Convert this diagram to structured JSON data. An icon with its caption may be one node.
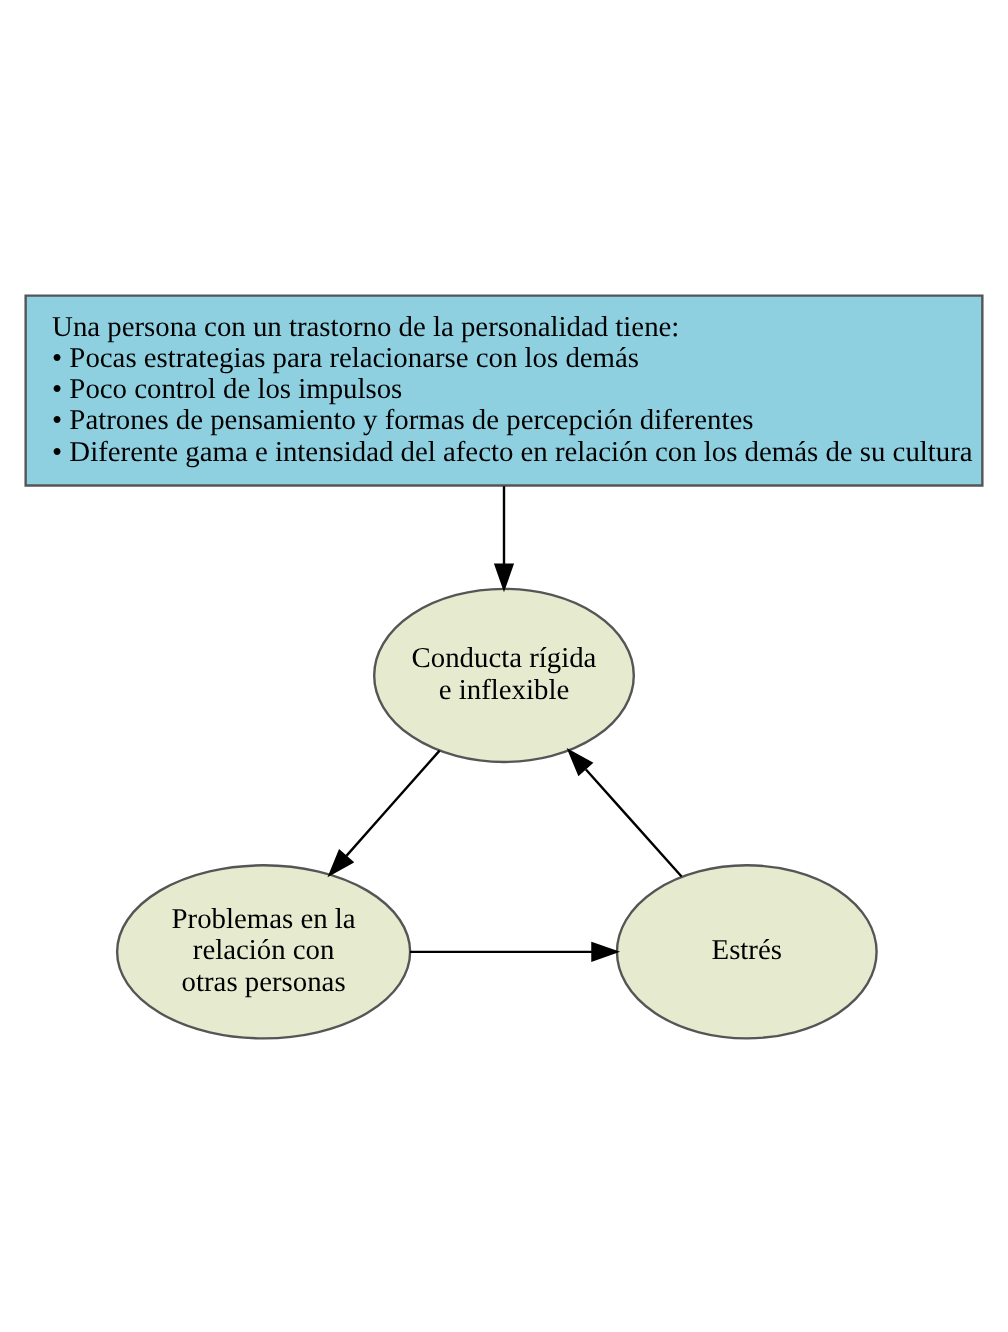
{
  "diagram": {
    "nodes": [
      {
        "text": [
          "Una persona con un trastorno de la personalidad tiene:",
          "• Pocas estrategias para relacionarse con los demás",
          "• Poco control de los impulsos",
          "• Patrones de pensamiento y formas de percepción diferentes",
          "• Diferente gama e intensidad del afecto en relación con los demás de su cultura"
        ]
      },
      {
        "text": [
          "Conducta rígida e inflexible"
        ]
      },
      {
        "text": [
          "Problemas en la relación con otras personas"
        ]
      },
      {
        "text": [
          "Estrés"
        ]
      }
    ],
    "edges": [
      {
        "from": 0,
        "to": 1,
        "arrow": "to"
      },
      {
        "from": 1,
        "to": 2,
        "arrow": "to"
      },
      {
        "from": 2,
        "to": 3,
        "arrow": "to"
      },
      {
        "from": 3,
        "to": 1,
        "arrow": "to"
      }
    ]
  }
}
